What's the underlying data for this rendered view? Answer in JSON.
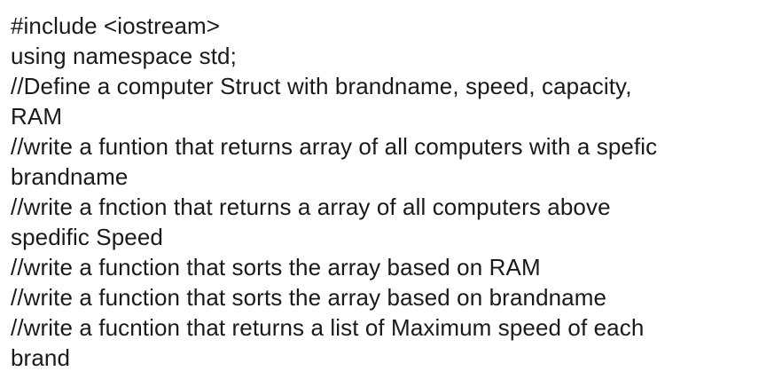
{
  "document": {
    "lines": [
      "#include <iostream>",
      "using namespace std;",
      "//Define a computer Struct with brandname, speed, capacity,",
      "RAM",
      "//write a funtion that returns array of all computers with a spefic",
      "brandname",
      "//write a fnction that returns a array of all computers above",
      "spedific Speed",
      "//write a function that sorts the array based on RAM",
      "//write a function that sorts the array based on brandname",
      "//write a fucntion that returns a list of Maximum speed of each",
      "brand"
    ]
  }
}
